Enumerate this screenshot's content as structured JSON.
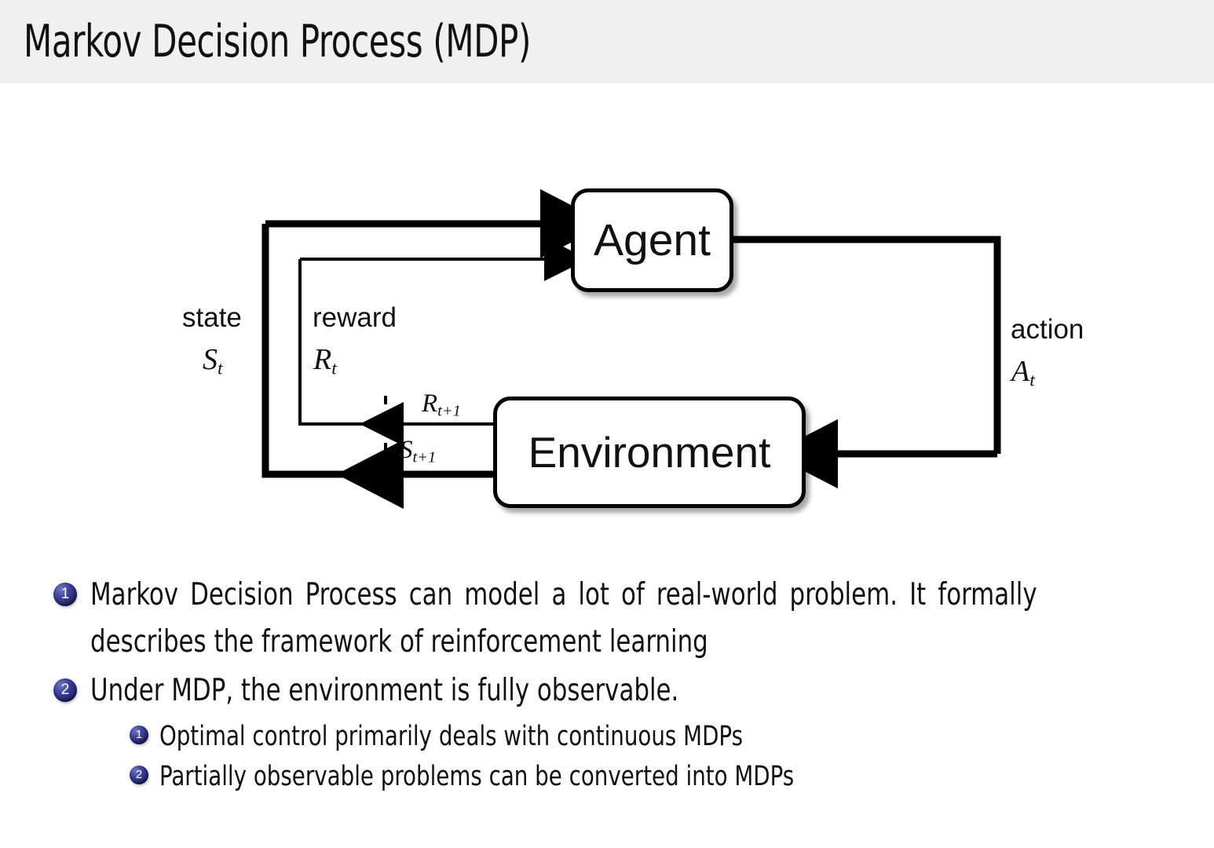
{
  "header": {
    "title": "Markov Decision Process (MDP)",
    "band_color": "#f0f0f0"
  },
  "diagram": {
    "nodes": {
      "agent": "Agent",
      "environment": "Environment"
    },
    "labels": {
      "state": "state",
      "state_symbol": "S",
      "state_subscript": "t",
      "reward": "reward",
      "reward_symbol": "R",
      "reward_subscript": "t",
      "action": "action",
      "action_symbol": "A",
      "action_subscript": "t",
      "reward_next_symbol": "R",
      "reward_next_subscript": "t+1",
      "state_next_symbol": "S",
      "state_next_subscript": "t+1"
    },
    "edge_color": "#000000"
  },
  "bullets": {
    "level1": [
      {
        "number": "1",
        "text": "Markov Decision Process can model a lot of real-world problem. It formally describes the framework of reinforcement learning"
      },
      {
        "number": "2",
        "text": "Under MDP, the environment is fully observable."
      }
    ],
    "level2": [
      {
        "number": "1",
        "text": "Optimal control primarily deals with continuous MDPs"
      },
      {
        "number": "2",
        "text": "Partially observable problems can be converted into MDPs"
      }
    ],
    "badge_color": "#21216d"
  }
}
